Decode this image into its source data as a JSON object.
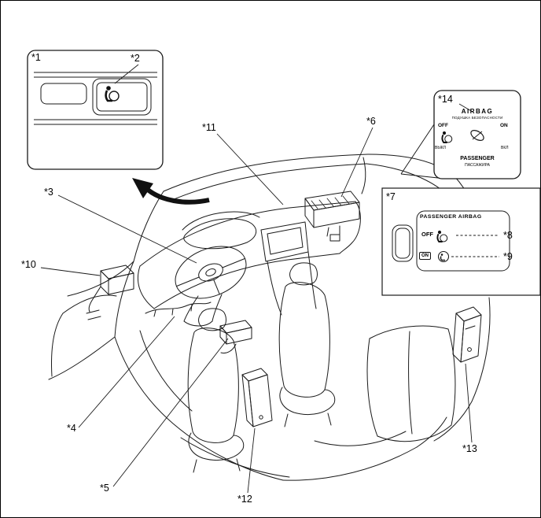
{
  "colors": {
    "line": "#1a1a1a",
    "background": "#ffffff"
  },
  "callouts": {
    "n1": "*1",
    "n2": "*2",
    "n3": "*3",
    "n4": "*4",
    "n5": "*5",
    "n6": "*6",
    "n7": "*7",
    "n8": "*8",
    "n9": "*9",
    "n10": "*10",
    "n11": "*11",
    "n12": "*12",
    "n13": "*13",
    "n14": "*14"
  },
  "airbag_switch_inset": {
    "title": "AIRBAG",
    "title_ru": "ПОДУШКА БЕЗОПАСНОСТИ",
    "off": "OFF",
    "off_ru": "ВЫКЛ",
    "on": "ON",
    "on_ru": "ВКЛ",
    "passenger": "PASSENGER",
    "passenger_ru": "ПАССАЖИРА"
  },
  "passenger_airbag_indicator_inset": {
    "title": "PASSENGER AIRBAG",
    "off": "OFF",
    "on": "ON"
  }
}
